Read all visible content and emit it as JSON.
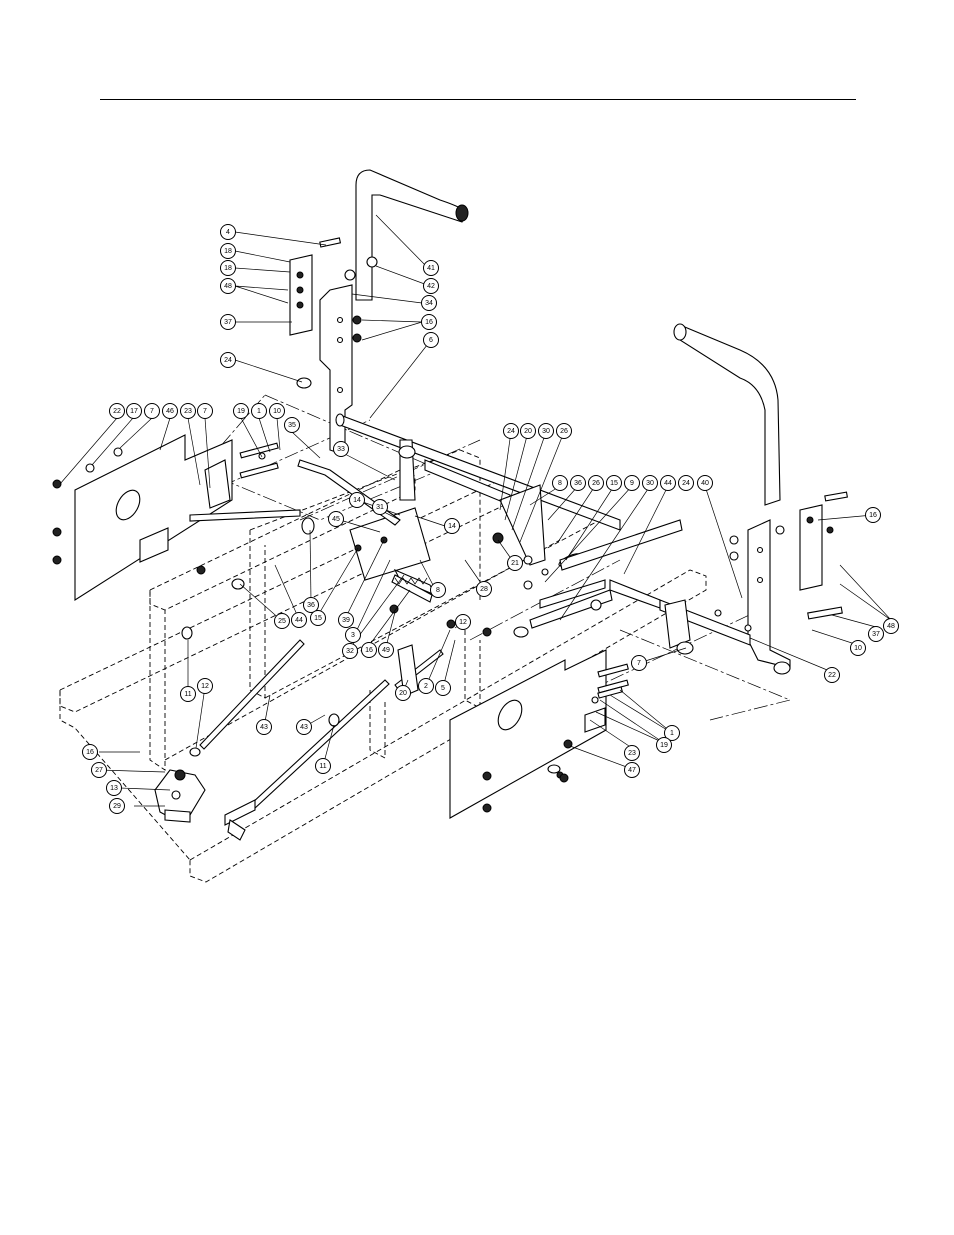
{
  "callouts": [
    {
      "id": "c4a",
      "label": "4"
    },
    {
      "id": "c18a",
      "label": "18"
    },
    {
      "id": "c18b",
      "label": "18"
    },
    {
      "id": "c48a",
      "label": "48"
    },
    {
      "id": "c37a",
      "label": "37"
    },
    {
      "id": "c41",
      "label": "41"
    },
    {
      "id": "c42",
      "label": "42"
    },
    {
      "id": "c34",
      "label": "34"
    },
    {
      "id": "c16a",
      "label": "16"
    },
    {
      "id": "c6",
      "label": "6"
    },
    {
      "id": "c24a",
      "label": "24"
    },
    {
      "id": "c22a",
      "label": "22"
    },
    {
      "id": "c17",
      "label": "17"
    },
    {
      "id": "c7a",
      "label": "7"
    },
    {
      "id": "c46",
      "label": "46"
    },
    {
      "id": "c23a",
      "label": "23"
    },
    {
      "id": "c7b",
      "label": "7"
    },
    {
      "id": "c19a",
      "label": "19"
    },
    {
      "id": "c1a",
      "label": "1"
    },
    {
      "id": "c10a",
      "label": "10"
    },
    {
      "id": "c35",
      "label": "35"
    },
    {
      "id": "c33",
      "label": "33"
    },
    {
      "id": "c14a",
      "label": "14"
    },
    {
      "id": "c31",
      "label": "31"
    },
    {
      "id": "c14b",
      "label": "14"
    },
    {
      "id": "c45",
      "label": "45"
    },
    {
      "id": "c24b",
      "label": "24"
    },
    {
      "id": "c20a",
      "label": "20"
    },
    {
      "id": "c30a",
      "label": "30"
    },
    {
      "id": "c26a",
      "label": "26"
    },
    {
      "id": "c8a",
      "label": "8"
    },
    {
      "id": "c36a",
      "label": "36"
    },
    {
      "id": "c26b",
      "label": "26"
    },
    {
      "id": "c15a",
      "label": "15"
    },
    {
      "id": "c9",
      "label": "9"
    },
    {
      "id": "c30b",
      "label": "30"
    },
    {
      "id": "c44a",
      "label": "44"
    },
    {
      "id": "c24c",
      "label": "24"
    },
    {
      "id": "c40",
      "label": "40"
    },
    {
      "id": "c16b",
      "label": "16"
    },
    {
      "id": "c48b",
      "label": "48"
    },
    {
      "id": "c37b",
      "label": "37"
    },
    {
      "id": "c10b",
      "label": "10"
    },
    {
      "id": "c22b",
      "label": "22"
    },
    {
      "id": "c21",
      "label": "21"
    },
    {
      "id": "c28",
      "label": "28"
    },
    {
      "id": "c8b",
      "label": "8"
    },
    {
      "id": "c36b",
      "label": "36"
    },
    {
      "id": "c15b",
      "label": "15"
    },
    {
      "id": "c39",
      "label": "39"
    },
    {
      "id": "c3",
      "label": "3"
    },
    {
      "id": "c32",
      "label": "32"
    },
    {
      "id": "c16c",
      "label": "16"
    },
    {
      "id": "c49",
      "label": "49"
    },
    {
      "id": "c25",
      "label": "25"
    },
    {
      "id": "c44b",
      "label": "44"
    },
    {
      "id": "c12a",
      "label": "12"
    },
    {
      "id": "c2",
      "label": "2"
    },
    {
      "id": "c5",
      "label": "5"
    },
    {
      "id": "c20b",
      "label": "20"
    },
    {
      "id": "c11a",
      "label": "11"
    },
    {
      "id": "c12b",
      "label": "12"
    },
    {
      "id": "c43a",
      "label": "43"
    },
    {
      "id": "c43b",
      "label": "43"
    },
    {
      "id": "c11b",
      "label": "11"
    },
    {
      "id": "c7c",
      "label": "7"
    },
    {
      "id": "c1b",
      "label": "1"
    },
    {
      "id": "c19b",
      "label": "19"
    },
    {
      "id": "c23b",
      "label": "23"
    },
    {
      "id": "c47",
      "label": "47"
    },
    {
      "id": "c16d",
      "label": "16"
    },
    {
      "id": "c27",
      "label": "27"
    },
    {
      "id": "c13",
      "label": "13"
    },
    {
      "id": "c29",
      "label": "29"
    }
  ]
}
